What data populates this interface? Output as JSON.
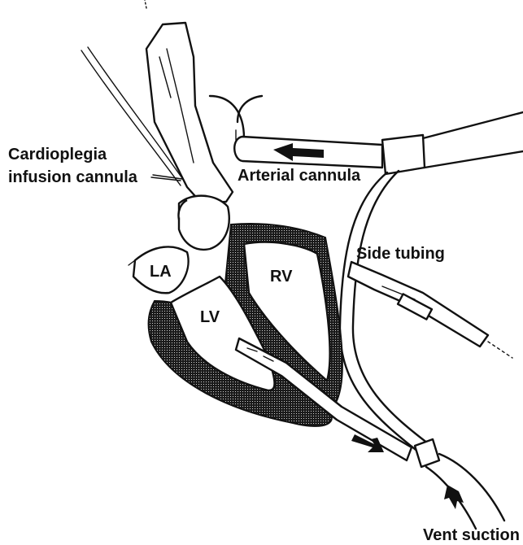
{
  "labels": {
    "cardioplegia_line1": "Cardioplegia",
    "cardioplegia_line2": "infusion cannula",
    "arterial_cannula": "Arterial cannula",
    "side_tubing": "Side tubing",
    "la": "LA",
    "lv": "LV",
    "rv": "RV",
    "vent_suction": "Vent suction"
  },
  "colors": {
    "ink": "#111111",
    "background": "#ffffff"
  }
}
